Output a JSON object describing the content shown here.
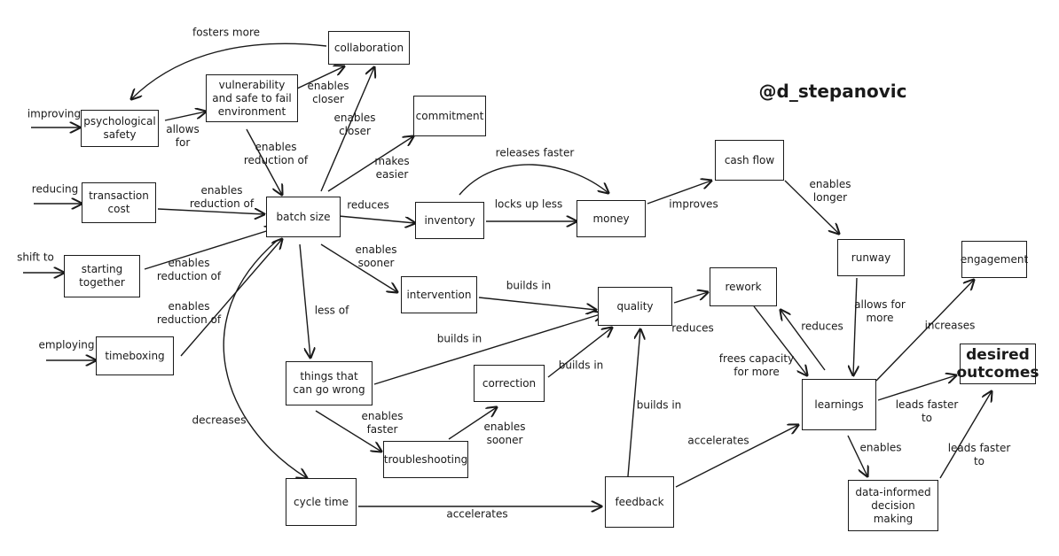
{
  "handle": "@d_stepanovic",
  "nodes": {
    "collaboration": "collaboration",
    "vulnerability": "vulnerability and safe to fail environment",
    "psych_safety": "psychological safety",
    "commitment": "commitment",
    "transaction_cost": "transaction cost",
    "batch_size": "batch size",
    "inventory": "inventory",
    "money": "money",
    "cash_flow": "cash flow",
    "starting_together": "starting together",
    "timeboxing": "timeboxing",
    "intervention": "intervention",
    "quality": "quality",
    "rework": "rework",
    "runway": "runway",
    "engagement": "engagement",
    "things_wrong": "things that can go wrong",
    "correction": "correction",
    "troubleshooting": "troubleshooting",
    "cycle_time": "cycle time",
    "feedback": "feedback",
    "learnings": "learnings",
    "desired_outcomes": "desired outcomes",
    "data_informed": "data-informed decision making"
  },
  "edge_labels": {
    "fosters_more": "fosters more",
    "improving": "improving",
    "allows_for": "allows for",
    "enables_closer_1": "enables closer",
    "enables_closer_2": "enables closer",
    "enables_reduction_1": "enables reduction of",
    "reducing": "reducing",
    "enables_reduction_2": "enables reduction of",
    "makes_easier": "makes easier",
    "reduces_1": "reduces",
    "releases_faster": "releases faster",
    "locks_up_less": "locks up less",
    "improves": "improves",
    "enables_longer": "enables longer",
    "shift_to": "shift to",
    "enables_reduction_3": "enables reduction of",
    "enables_sooner_1": "enables sooner",
    "builds_in_1": "builds in",
    "enables_reduction_4": "enables reduction of",
    "less_of": "less of",
    "employing": "employing",
    "builds_in_2": "builds in",
    "reduces_2": "reduces",
    "reduces_3": "reduces",
    "allows_for_more": "allows for more",
    "increases": "increases",
    "builds_in_3": "builds in",
    "frees_capacity": "frees capacity for more",
    "decreases": "decreases",
    "enables_faster": "enables faster",
    "enables_sooner_2": "enables sooner",
    "builds_in_4": "builds in",
    "leads_faster_1": "leads faster to",
    "accelerates_1": "accelerates",
    "enables": "enables",
    "leads_faster_2": "leads faster to",
    "accelerates_2": "accelerates"
  },
  "colors": {
    "ink": "#1a1a1a",
    "background": "#ffffff"
  }
}
